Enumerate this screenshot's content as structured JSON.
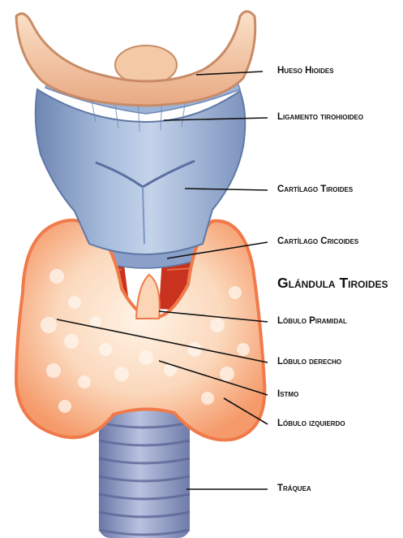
{
  "diagram": {
    "title": "Glándula Tiroides",
    "labels": {
      "hueso_hioides": "Hueso Hioides",
      "ligamento_tirohioideo": "Ligamento tirohioideo",
      "cartilago_tiroides": "Cartílago Tiroides",
      "cartilago_cricoides": "Cartílago Cricoides",
      "lobulo_piramidal": "Lóbulo Piramidal",
      "lobulo_derecho": "Lóbulo derecho",
      "istmo": "Istmo",
      "lobulo_izquierdo": "Lóbulo izquierdo",
      "traquea": "Tráquea"
    },
    "colors": {
      "bone": "#f2c8a6",
      "bone_edge": "#c98b66",
      "cartilage": "#9fb5d6",
      "cartilage_dark": "#6f89b5",
      "gland": "#f9c8a4",
      "gland_edge": "#f07a4a",
      "muscle": "#c8321e",
      "trachea": "#8f9bc4",
      "leader": "#111111"
    }
  }
}
